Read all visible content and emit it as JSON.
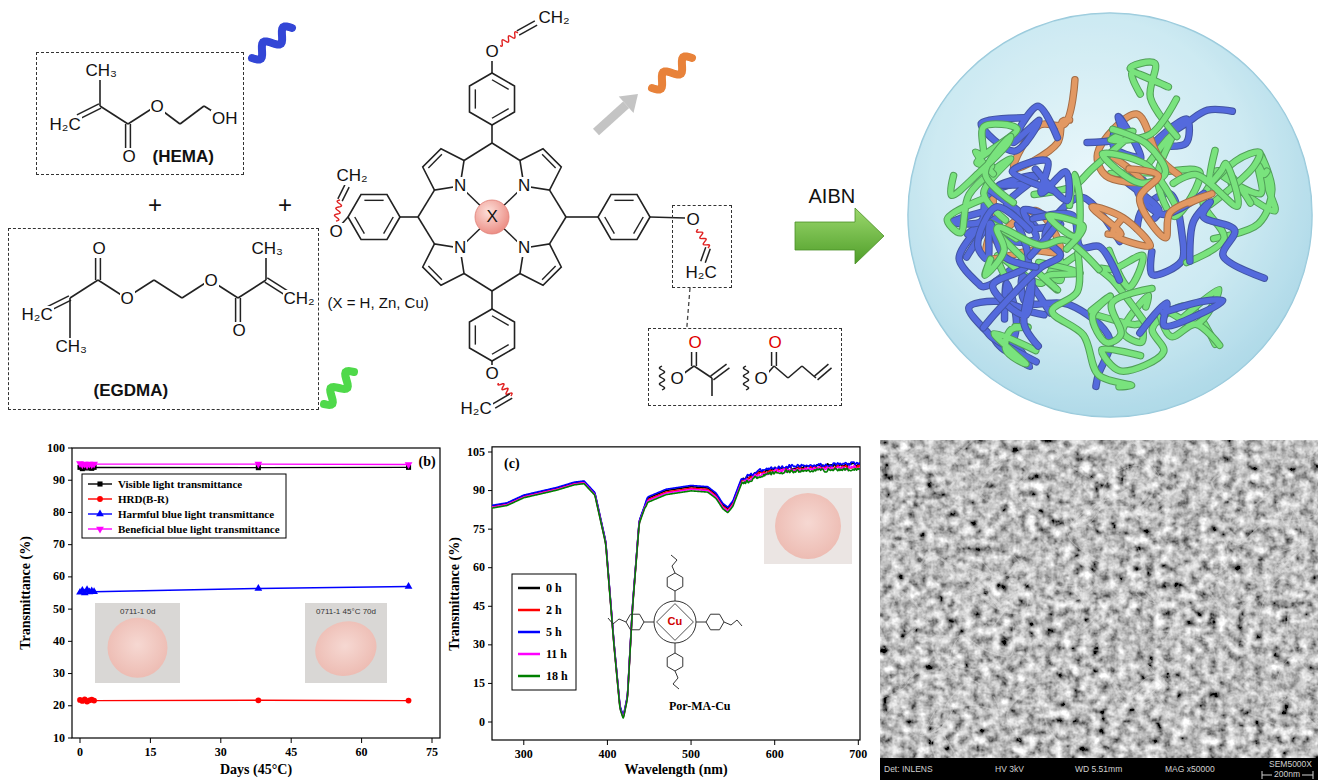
{
  "diagram": {
    "nodes": [
      {
        "text": [
          "CH₃",
          "H₂C",
          "O",
          "O",
          "OH",
          "(HEMA)"
        ]
      },
      {
        "text": [
          "O",
          "CH₃",
          "H₂C",
          "O",
          "O",
          "CH₃",
          "O",
          "CH₂",
          "(EGDMA)"
        ]
      },
      {
        "text": [
          "O",
          "H₂C"
        ]
      },
      {
        "text": [
          "O",
          "O",
          "O",
          "O"
        ]
      },
      {
        "text": [
          "0711-1 0d"
        ]
      },
      {
        "text": [
          "0711-1 45°C 70d"
        ]
      }
    ],
    "edges": [
      {
        "from": 2,
        "to": 3,
        "arrow": "none"
      }
    ],
    "labels": [
      "+",
      "+",
      "CH₂",
      "O",
      "CH₂",
      "O",
      "N",
      "N",
      "N",
      "N",
      "X",
      "(X = H, Zn, Cu)",
      "O",
      "H₂C",
      "AIBN",
      "(b)",
      "10",
      "20",
      "30",
      "40",
      "50",
      "60",
      "70",
      "80",
      "90",
      "100",
      "0",
      "15",
      "30",
      "45",
      "60",
      "75",
      "Transmittance (%)",
      "Days (45°C)",
      "(c)",
      "0",
      "15",
      "30",
      "45",
      "60",
      "75",
      "90",
      "105",
      "300",
      "400",
      "500",
      "600",
      "700",
      "Transmittance (%)",
      "Wavelength (nm)",
      "Cu",
      "Por-MA-Cu",
      "Det: INLENS",
      "HV 3kV",
      "WD 5.51mm",
      "MAG x50000",
      "SEM5000X",
      "200nm"
    ],
    "legend": [
      {
        "text": "Visible light transmittance"
      },
      {
        "text": "HRD(B-R)"
      },
      {
        "text": "Harmful blue light transmittance"
      },
      {
        "text": "Beneficial blue light transmittance"
      },
      {
        "text": "0 h"
      },
      {
        "text": "2 h"
      },
      {
        "text": "5 h"
      },
      {
        "text": "11 h"
      },
      {
        "text": "18 h"
      }
    ]
  }
}
